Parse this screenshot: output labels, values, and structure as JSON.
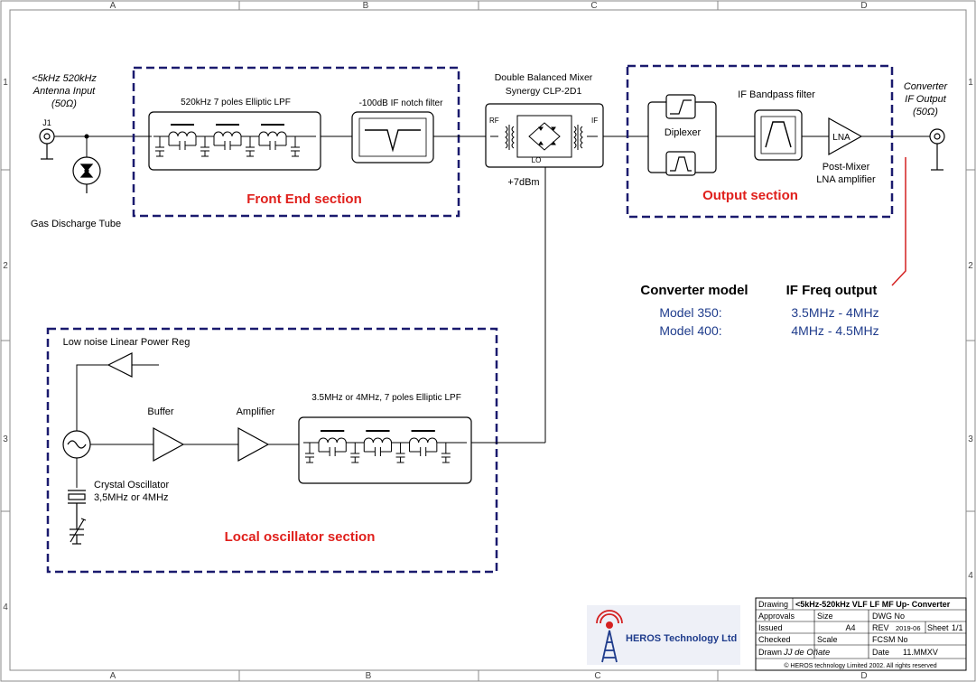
{
  "frame": {
    "col_labels": [
      "A",
      "B",
      "C",
      "D"
    ],
    "row_labels": [
      "1",
      "2",
      "3",
      "4"
    ]
  },
  "antenna": {
    "line1": "<5kHz 520kHz",
    "line2": "Antenna Input",
    "line3": "(50Ω)",
    "connector": "J1",
    "gdt_label": "Gas Discharge Tube"
  },
  "front_end": {
    "lpf_label": "520kHz 7 poles Elliptic LPF",
    "notch_label": "-100dB IF notch filter",
    "section_label": "Front End section"
  },
  "mixer": {
    "line1": "Double Balanced Mixer",
    "line2": "Synergy CLP-2D1",
    "rf": "RF",
    "if": "IF",
    "lo": "LO",
    "drive": "+7dBm"
  },
  "output": {
    "diplexer": "Diplexer",
    "bpf_label": "IF Bandpass filter",
    "lna": "LNA",
    "lna_caption1": "Post-Mixer",
    "lna_caption2": "LNA amplifier",
    "section_label": "Output section",
    "conn_line1": "Converter",
    "conn_line2": "IF Output",
    "conn_line3": "(50Ω)"
  },
  "models": {
    "header_model": "Converter model",
    "header_freq": "IF Freq output",
    "rows": [
      {
        "model": "Model 350:",
        "freq": "3.5MHz - 4MHz"
      },
      {
        "model": "Model 400:",
        "freq": "4MHz - 4.5MHz"
      }
    ]
  },
  "local_osc": {
    "reg_label": "Low noise Linear Power Reg",
    "buffer": "Buffer",
    "amplifier": "Amplifier",
    "lpf_label": "3.5MHz or 4MHz, 7 poles Elliptic LPF",
    "xtal_line1": "Crystal Oscillator",
    "xtal_line2": "3,5MHz or 4MHz",
    "section_label": "Local oscillator section"
  },
  "logo": {
    "name": "HEROS Technology Ltd"
  },
  "title_block": {
    "drawing_label": "Drawing",
    "drawing_title": "<5kHz-520kHz VLF LF MF Up- Converter",
    "approvals": "Approvals",
    "size_label": "Size",
    "dwg_no": "DWG No",
    "issued": "Issued",
    "size_val": "A4",
    "rev_label": "REV",
    "rev_val": "2019-06",
    "sheet": "Sheet",
    "sheet_val": "1/1",
    "checked": "Checked",
    "scale": "Scale",
    "fcsm": "FCSM No",
    "drawn": "Drawn",
    "drawn_by": "JJ de Oñate",
    "date_label": "Date",
    "date_val": "11.MMXV",
    "copyright": "© HEROS technology Limited 2002. All rights reserved"
  },
  "colors": {
    "ink": "#000000",
    "section_border": "#1a1a6e",
    "section_text": "#e0201c",
    "model_text": "#1f3c8c",
    "red_leader": "#d42020",
    "logo_blue": "#1f3c8c",
    "logo_red": "#d42020"
  }
}
